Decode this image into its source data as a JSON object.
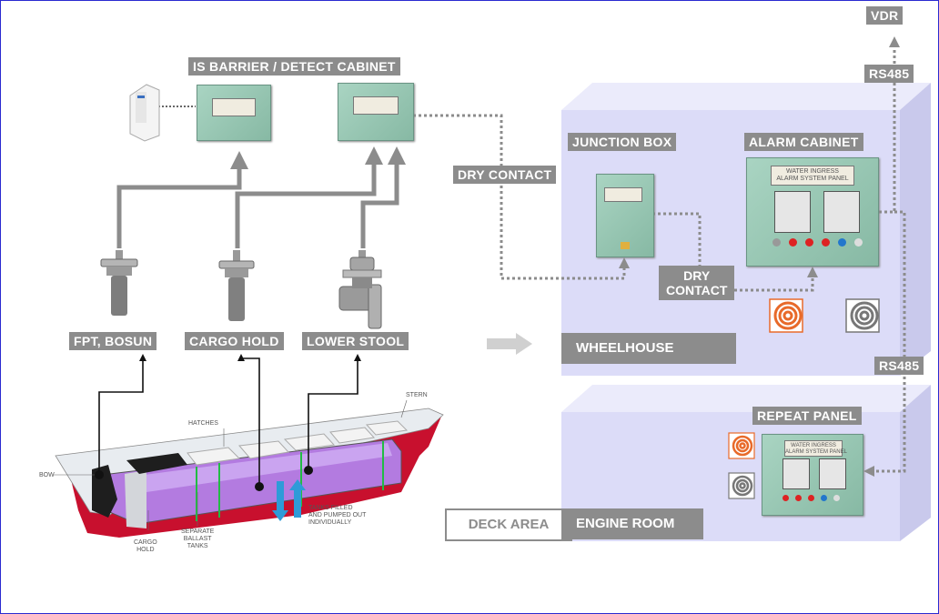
{
  "labels": {
    "vdr": "VDR",
    "rs485_top": "RS485",
    "rs485_mid": "RS485",
    "is_barrier": "IS BARRIER / DETECT CABINET",
    "junction_box": "JUNCTION BOX",
    "alarm_cabinet": "ALARM CABINET",
    "dry_contact_1": "DRY CONTACT",
    "dry_contact_2_line1": "DRY",
    "dry_contact_2_line2": "CONTACT",
    "fpt_bosun": "FPT, BOSUN",
    "cargo_hold": "CARGO HOLD",
    "lower_stool": "LOWER STOOL",
    "wheelhouse": "WHEELHOUSE",
    "repeat_panel": "REPEAT PANEL",
    "deck_area": "DECK AREA",
    "engine_room": "ENGINE ROOM"
  },
  "ship": {
    "stern": "STERN",
    "hatches": "HATCHES",
    "bow": "BOW",
    "cargo_hold_line1": "CARGO",
    "cargo_hold_line2": "HOLD",
    "ballast_line1": "SEPARATE",
    "ballast_line2": "BALLAST",
    "ballast_line3": "TANKS",
    "tanks_line1": "TANKS FILLED",
    "tanks_line2": "AND PUMPED OUT",
    "tanks_line3": "INDIVIDUALLY"
  },
  "panels": {
    "alarm_title_1": "WATER INGRESS",
    "alarm_title_2": "ALARM SYSTEM PANEL",
    "repeat_title_1": "WATER INGRESS",
    "repeat_title_2": "ALARM SYSTEM PANEL"
  },
  "colors": {
    "label_bg": "#8c8c8c",
    "room_fill": "#dcdcf8",
    "cabinet": "#9ccab6",
    "hull_red": "#c8102e",
    "hold_purple": "#9b6fd0",
    "frame_border": "#2a2ad0"
  },
  "icons": [
    "sensor-probe-icon",
    "flanged-sensor-icon",
    "barrier-module-icon",
    "alarm-logo-icon"
  ]
}
